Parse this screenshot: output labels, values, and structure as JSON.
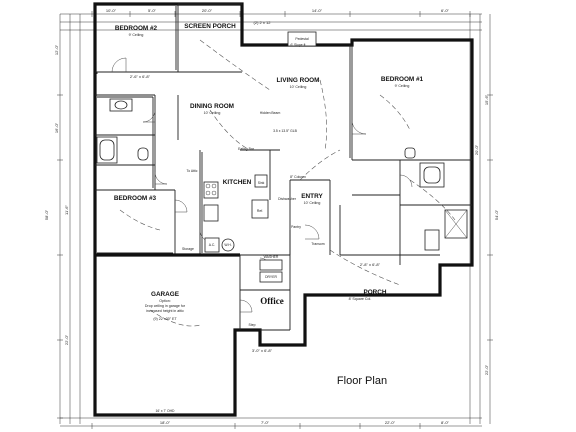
{
  "title": "Floor Plan",
  "rooms": {
    "bedroom2": {
      "name": "BEDROOM #2",
      "ceiling": "9' Ceiling"
    },
    "screen_porch": {
      "name": "SCREEN PORCH"
    },
    "living": {
      "name": "LIVING ROOM",
      "ceiling": "10' Ceiling"
    },
    "bedroom1": {
      "name": "BEDROOM #1",
      "ceiling": "9' Ceiling"
    },
    "dining": {
      "name": "DINING ROOM",
      "ceiling": "10' Ceiling"
    },
    "kitchen": {
      "name": "KITCHEN"
    },
    "bedroom3": {
      "name": "BEDROOM #3"
    },
    "entry": {
      "name": "ENTRY",
      "ceiling": "10' Ceiling"
    },
    "garage": {
      "name": "GARAGE",
      "note1": "Option:",
      "note2": "Drop ceiling in garage for",
      "note3": "increased height in attic",
      "note4": "(9) 22\"x30\" ET"
    },
    "office": {
      "name": "Office"
    },
    "porch": {
      "name": "PORCH",
      "note": "8' Square Col."
    },
    "pantry": {
      "name": "Pantry"
    },
    "storage": {
      "name": "Storage"
    },
    "ac": {
      "name": "A.C."
    },
    "wh": {
      "name": "W.H."
    },
    "washer": {
      "name": "WASHER"
    },
    "dryer": {
      "name": "DRYER"
    }
  },
  "labels": {
    "eating_bar": "Eating Bar",
    "hidden_beam": "Hidden Beam",
    "glb": "3.5 x 13.5\" GLB",
    "to_attic": "To Attic",
    "dishwasher": "Dishwasher",
    "sink": "Sink",
    "ref": "Ref.",
    "slope": "6' Slope ft",
    "pedestal": "Pedestal",
    "column": "8\" Column",
    "transom": "Transom",
    "ohd": "16' x 7' OHD",
    "step": "Step"
  },
  "dimensions": {
    "top_a": "10'-0\"",
    "top_b": "5'-0\"",
    "top_c": "20'-0\"",
    "top_d": "14'-0\"",
    "top_e": "6'-0\"",
    "left_a": "12'-0\"",
    "left_b": "16'-0\"",
    "left_c": "11'-6\"",
    "left_d": "58'-0\"",
    "left_e": "22'-0\"",
    "right_a": "15'-6\"",
    "right_b": "20'-0\"",
    "right_c": "54'-0\"",
    "right_d": "22'-0\"",
    "bottom_a": "18'-0\"",
    "bottom_b": "7'-0\"",
    "bottom_c": "22'-0\"",
    "bottom_d": "8'-0\"",
    "door_a": "2'-6\" x 6'-8\"",
    "door_b": "2'-8\" x 6'-8\"",
    "door_c": "3'-0\" x 6'-8\"",
    "window": "(2) 2 x 12"
  }
}
